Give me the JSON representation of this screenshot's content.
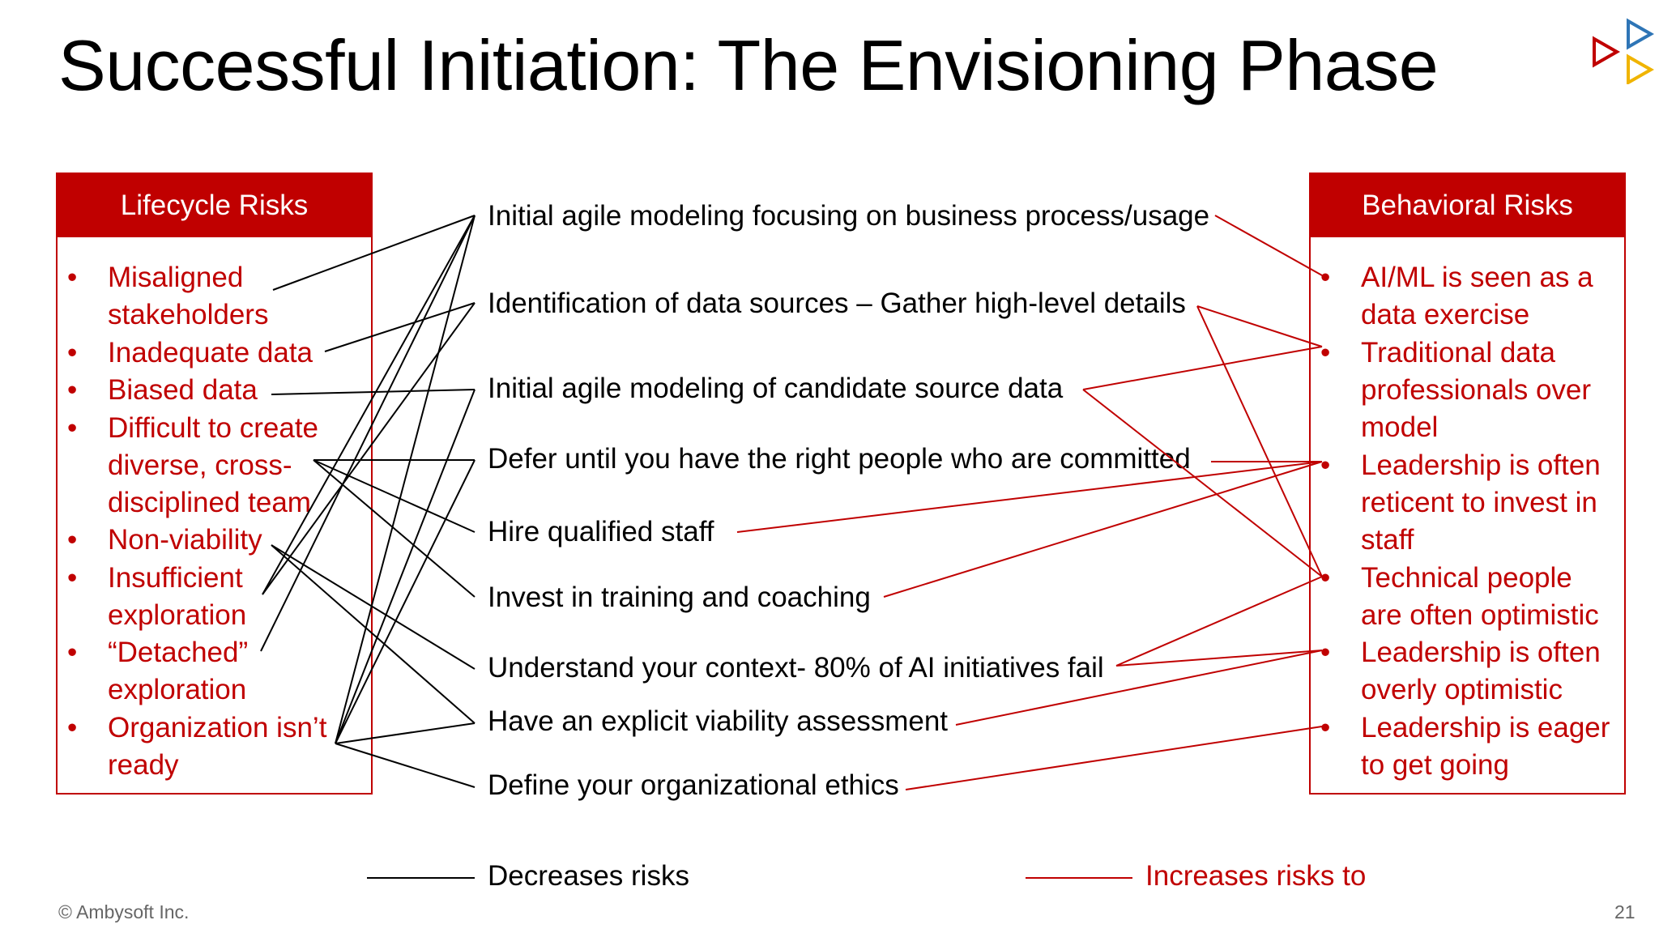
{
  "title": "Successful Initiation: The Envisioning Phase",
  "lifecycle_risks": {
    "header": "Lifecycle Risks",
    "items": [
      {
        "lines": [
          "Misaligned",
          "stakeholders"
        ]
      },
      {
        "lines": [
          "Inadequate data"
        ]
      },
      {
        "lines": [
          "Biased data"
        ]
      },
      {
        "lines": [
          "Difficult to create",
          "diverse, cross-",
          "disciplined team"
        ]
      },
      {
        "lines": [
          "Non-viability"
        ]
      },
      {
        "lines": [
          "Insufficient",
          "exploration"
        ]
      },
      {
        "lines": [
          "“Detached”",
          "exploration"
        ]
      },
      {
        "lines": [
          "Organization isn’t",
          "ready"
        ]
      }
    ]
  },
  "behavioral_risks": {
    "header": "Behavioral Risks",
    "items": [
      {
        "lines": [
          "AI/ML is seen as a",
          "data exercise"
        ]
      },
      {
        "lines": [
          "Traditional data",
          "professionals over",
          "model"
        ]
      },
      {
        "lines": [
          "Leadership is often",
          "reticent to invest in",
          "staff"
        ]
      },
      {
        "lines": [
          "Technical people",
          "are often optimistic"
        ]
      },
      {
        "lines": [
          "Leadership is often",
          "overly optimistic"
        ]
      },
      {
        "lines": [
          "Leadership is eager",
          "to get going"
        ]
      }
    ]
  },
  "practices": [
    "Initial agile modeling focusing on business process/usage",
    "Identification of data sources – Gather high-level details",
    "Initial agile modeling of candidate source data",
    "Defer until you have the right people who are committed",
    "Hire qualified staff",
    "Invest in training and coaching",
    "Understand your context- 80% of AI initiatives fail",
    "Have an explicit viability assessment",
    "Define your organizational ethics"
  ],
  "legend": {
    "decreases": "Decreases risks",
    "increases": "Increases risks to"
  },
  "colors": {
    "accent": "#c00000",
    "decrease_line": "#000000",
    "increase_line": "#c00000"
  },
  "footer": {
    "copyright": "© Ambysoft Inc.",
    "page_number": "21"
  }
}
